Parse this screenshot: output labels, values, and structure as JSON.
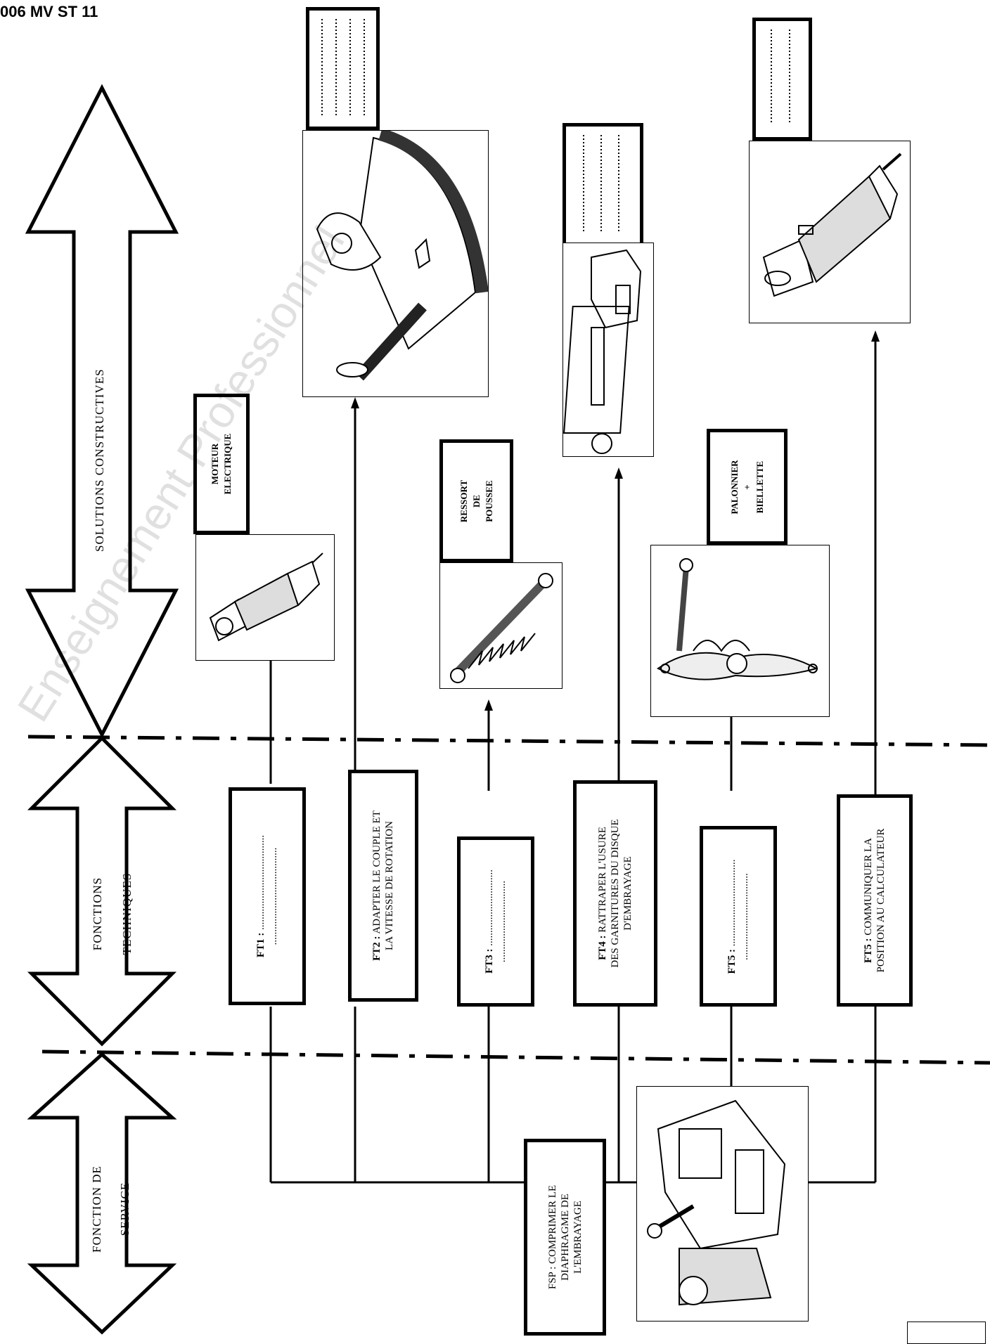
{
  "header": {
    "code": "006 MV ST 11"
  },
  "levels": {
    "service": "FONCTION DE SERVICE",
    "technical": "FONCTIONS TECHNIQUES",
    "solutions": "SOLUTIONS CONSTRUCTIVES"
  },
  "service_function": {
    "label": "FSP : COMPRIMER LE",
    "line2": "DIAPHRAGME DE",
    "line3": "L'EMBRAYAGE"
  },
  "technical_functions": [
    {
      "id": "FT1 :",
      "text": "....................................",
      "text2": "....................................."
    },
    {
      "id": "FT2 :",
      "text": "ADAPTER LE COUPLE ET",
      "text2": "LA VITESSE DE ROTATION"
    },
    {
      "id": "FT3 :",
      "text": ".............................",
      "text2": "..............................."
    },
    {
      "id": "FT4 :",
      "text": "RATTRAPER L'USURE",
      "text2": "DES GARNITURES DU DISQUE",
      "text3": "D'EMBRAYAGE"
    },
    {
      "id": "FT5 :",
      "text": ".................................",
      "text2": "................................."
    },
    {
      "id": "FT5 :",
      "text": "COMMUNIQUER LA",
      "text2": "POSITION AU CALCULATEUR"
    }
  ],
  "solutions": [
    {
      "label": "MOTEUR",
      "label2": "ELECTRIQUE"
    },
    {
      "label": "RESSORT",
      "label2": "DE",
      "label3": "POUSSEE"
    },
    {
      "label": "PALONNIER",
      "label2": "+",
      "label3": "BIELLETTE"
    }
  ],
  "blank_labels": {
    "dots": "......................."
  },
  "watermark": "Enseignement Professionnel"
}
